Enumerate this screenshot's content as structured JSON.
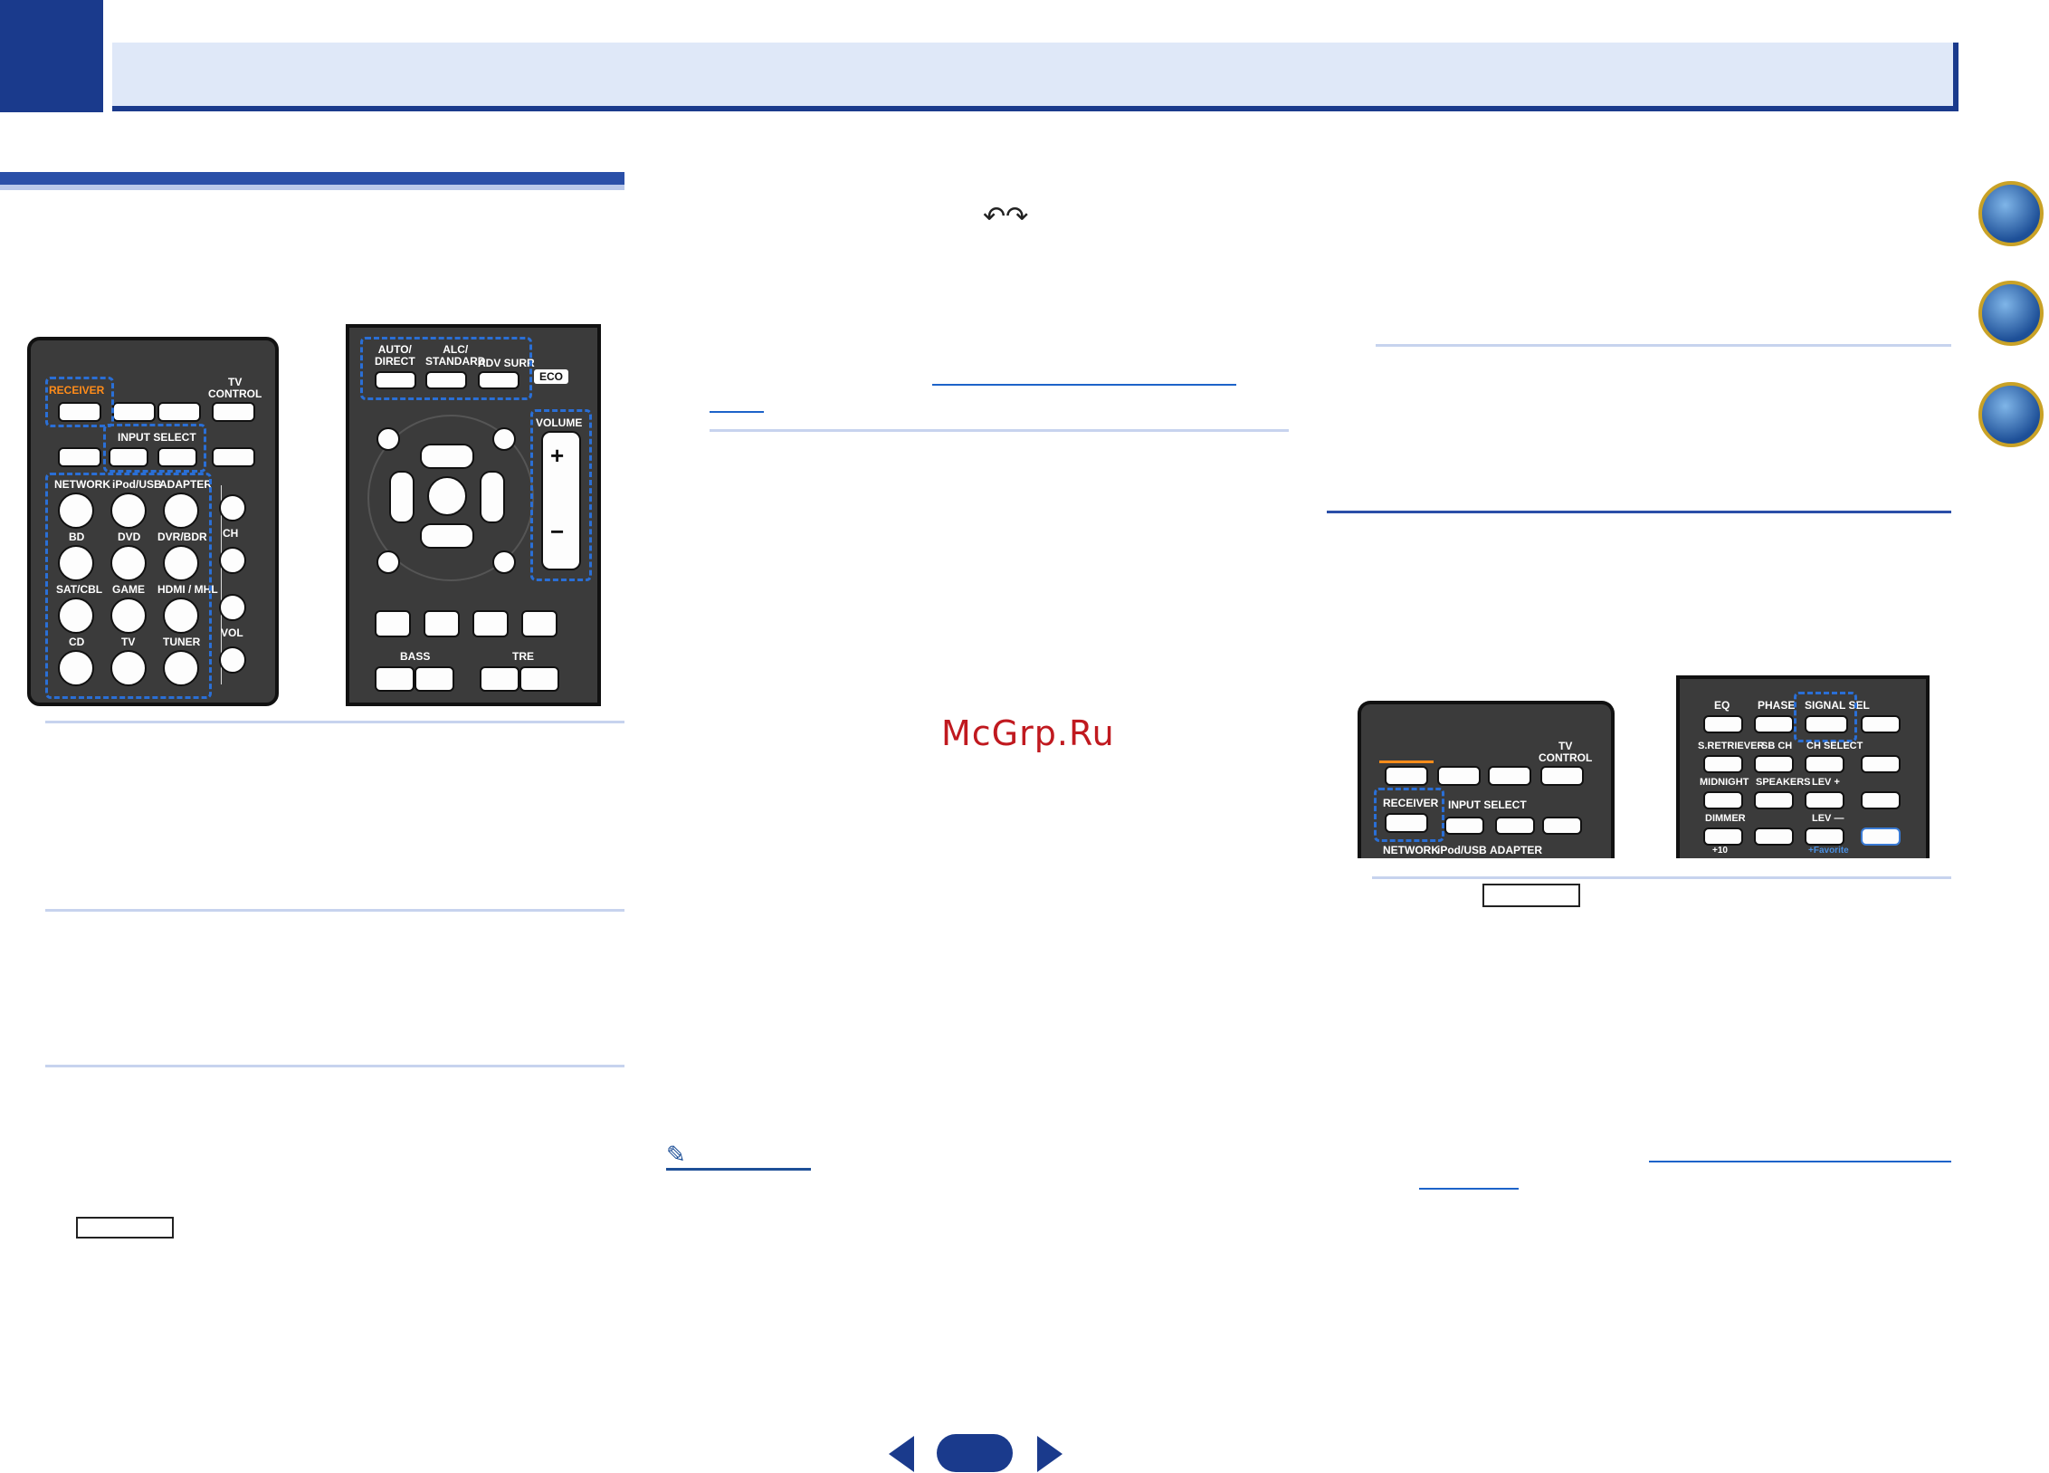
{
  "watermark": "McGrp.Ru",
  "remote_left": {
    "receiver": "RECEIVER",
    "tv_control": "TV\nCONTROL",
    "input_select": "INPUT SELECT",
    "buttons": [
      "NETWORK",
      "iPod/USB",
      "ADAPTER",
      "BD",
      "DVD",
      "DVR/BDR",
      "SAT/CBL",
      "GAME",
      "HDMI / MHL",
      "CD",
      "TV",
      "TUNER"
    ],
    "ch": "CH",
    "vol": "VOL"
  },
  "remote_center": {
    "auto_direct": "AUTO/\nDIRECT",
    "alc_standard": "ALC/\nSTANDARD",
    "adv_surr": "ADV SURR",
    "eco": "ECO",
    "volume": "VOLUME",
    "bass": "BASS",
    "tre": "TRE"
  },
  "remote_right_a": {
    "tv_control": "TV\nCONTROL",
    "receiver": "RECEIVER",
    "input_select": "INPUT SELECT",
    "bottom_labels": [
      "NETWORK",
      "iPod/USB",
      "ADAPTER"
    ]
  },
  "remote_right_b": {
    "row1": [
      "EQ",
      "PHASE",
      "SIGNAL SEL"
    ],
    "row2": [
      "S.RETRIEVER",
      "SB CH",
      "CH SELECT"
    ],
    "row3": [
      "MIDNIGHT",
      "SPEAKERS",
      "LEV +"
    ],
    "row4": [
      "DIMMER",
      "LEV —"
    ],
    "plus10": "+10",
    "favorite": "+Favorite"
  }
}
